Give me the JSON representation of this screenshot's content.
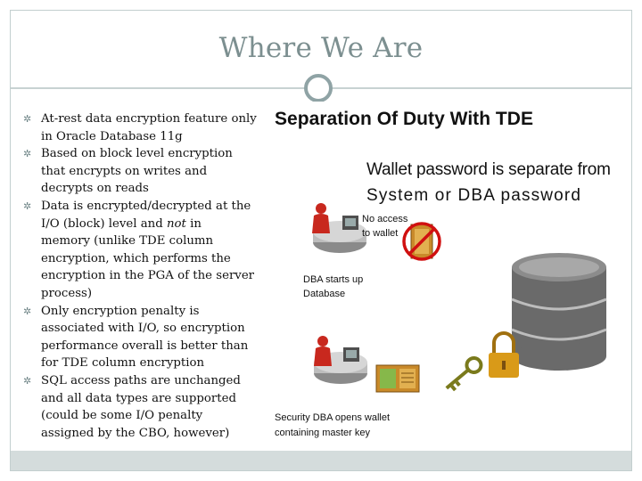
{
  "slide": {
    "title": "Where We Are",
    "bullets": [
      {
        "lines": [
          "At-rest data encryption feature only",
          "in Oracle Database 11g"
        ]
      },
      {
        "lines": [
          "Based on block level encryption",
          "that encrypts on  writes and",
          "decrypts on reads"
        ]
      },
      {
        "lines": [
          "Data is encrypted/decrypted at the",
          "I/O (block) level  and |not| in",
          "memory (unlike TDE column",
          "encryption, which performs the",
          "encryption in the PGA of the server",
          "process)"
        ]
      },
      {
        "lines": [
          "Only encryption penalty is",
          "associated with I/O, so  encryption",
          "performance overall is better than",
          "for TDE column encryption"
        ]
      },
      {
        "lines": [
          "SQL access paths are unchanged",
          "and all data types  are supported",
          "(could be some I/O penalty",
          "assigned  by the CBO, however)"
        ]
      }
    ]
  },
  "diagram": {
    "heading": "Separation Of Duty With TDE",
    "wallet_note_line1": "Wallet password is separate from",
    "wallet_note_line2": "System or DBA password",
    "no_access_line1": "No access",
    "no_access_line2": "to wallet",
    "dba_starts_line1": "DBA starts up",
    "dba_starts_line2": "Database",
    "security_dba_line1": "Security DBA opens wallet",
    "security_dba_line2": "containing master key"
  },
  "colors": {
    "title": "#7c8f90",
    "accent_ring": "#8fa3a5",
    "figure_red": "#c8281e",
    "prohibited_red": "#d01010",
    "wallet_orange": "#c98a2a",
    "key_green": "#7a7a1c",
    "lock_gold": "#d99a18",
    "database_gray": "#6a6a6a"
  },
  "icons": [
    "bullet-icon",
    "dba-figure-icon",
    "security-dba-figure-icon",
    "wallet-icon",
    "prohibited-icon",
    "key-icon",
    "padlock-icon",
    "database-cylinder-icon"
  ]
}
